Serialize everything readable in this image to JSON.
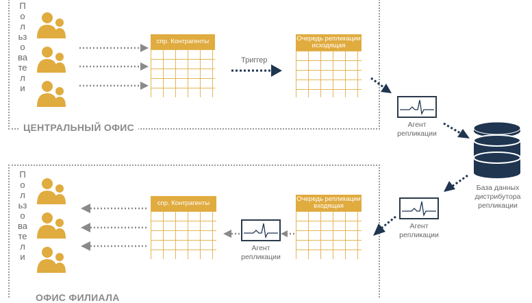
{
  "top_office": {
    "title": "ЦЕНТРАЛЬНЫЙ ОФИС",
    "users_label": "Пользователи",
    "table_contractors": "спр. Контрагенты",
    "trigger_label": "Триггер",
    "queue_line1": "Очередь репликации",
    "queue_line2": "исходящая"
  },
  "top_agent": {
    "line1": "Агент",
    "line2": "репликации"
  },
  "database": {
    "line1": "База данных",
    "line2": "дистрибутора",
    "line3": "репликации"
  },
  "right_agent": {
    "line1": "Агент",
    "line2": "репликации"
  },
  "bottom_office": {
    "title": "ОФИС ФИЛИАЛА",
    "users_label": "Пользователи",
    "table_contractors": "спр. Контрагенты",
    "queue_line1": "Очередь репликации",
    "queue_line2": "входящая",
    "agent_line1": "Агент",
    "agent_line2": "репликации"
  },
  "colors": {
    "gold": "#e0ab3f",
    "navy": "#1f3550",
    "gray": "#8a8a8a"
  },
  "icons": [
    "user-group-icon",
    "ecg-monitor-icon",
    "database-icon",
    "arrow-icon"
  ]
}
